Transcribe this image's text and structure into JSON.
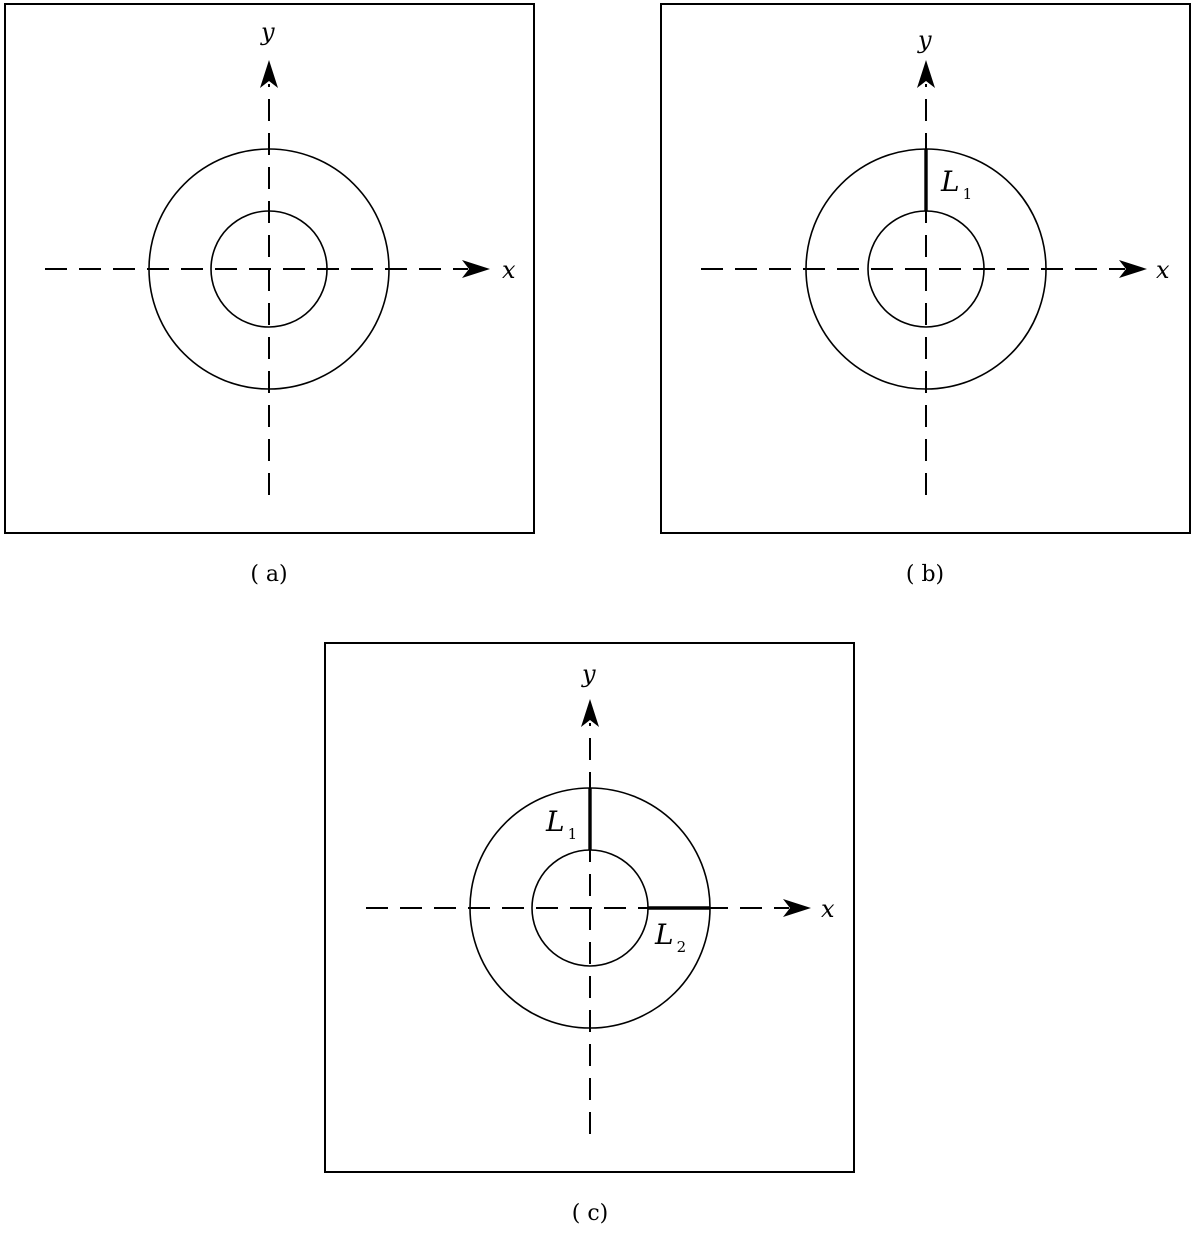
{
  "panels": [
    {
      "id": "a",
      "caption": "( a)",
      "axes": {
        "x_label": "x",
        "y_label": "y"
      },
      "cuts": []
    },
    {
      "id": "b",
      "caption": "( b)",
      "axes": {
        "x_label": "x",
        "y_label": "y"
      },
      "cuts": [
        {
          "letter": "L",
          "subscript": "1"
        }
      ]
    },
    {
      "id": "c",
      "caption": "( c)",
      "axes": {
        "x_label": "x",
        "y_label": "y"
      },
      "cuts": [
        {
          "letter": "L",
          "subscript": "1"
        },
        {
          "letter": "L",
          "subscript": "2"
        }
      ]
    }
  ]
}
